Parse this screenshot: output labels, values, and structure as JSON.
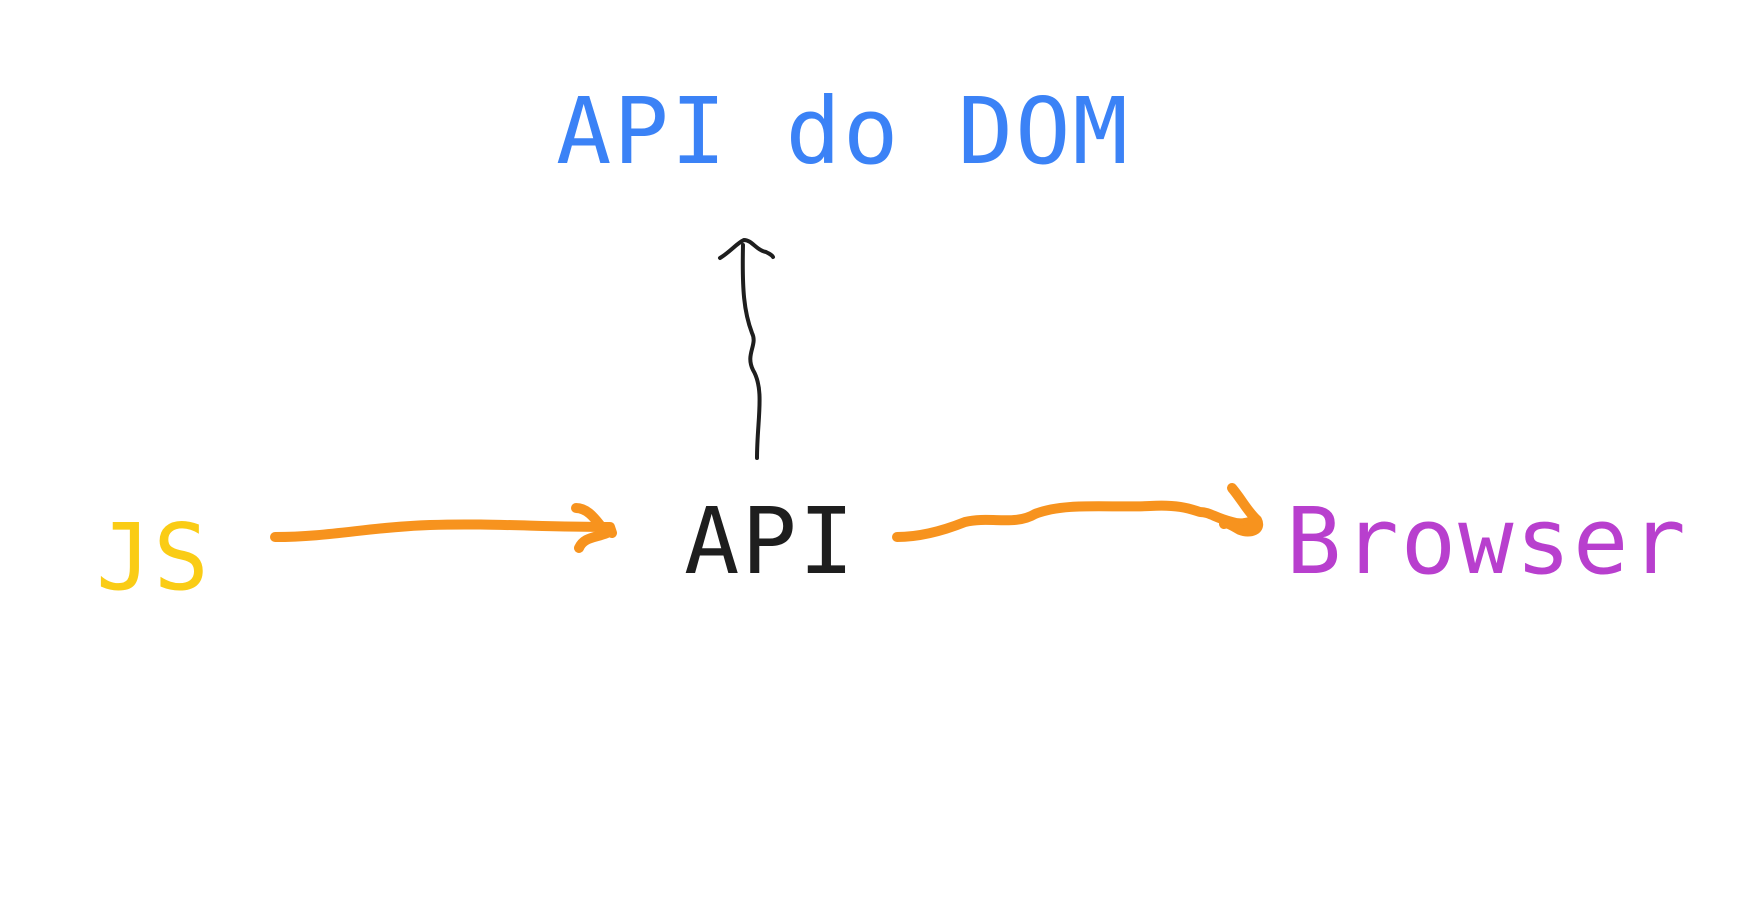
{
  "nodes": {
    "dom_api": {
      "label": "API do DOM"
    },
    "js": {
      "label": "JS"
    },
    "api": {
      "label": "API"
    },
    "browser": {
      "label": "Browser"
    }
  },
  "edges": [
    {
      "from": "js",
      "to": "api"
    },
    {
      "from": "api",
      "to": "browser"
    },
    {
      "from": "api",
      "to": "dom_api"
    }
  ],
  "colors": {
    "dom_api": "#3b82f6",
    "js": "#facc15",
    "api": "#1e1e1e",
    "browser": "#b83fce",
    "orange_arrow": "#f7931e",
    "black_arrow": "#1e1e1e"
  }
}
